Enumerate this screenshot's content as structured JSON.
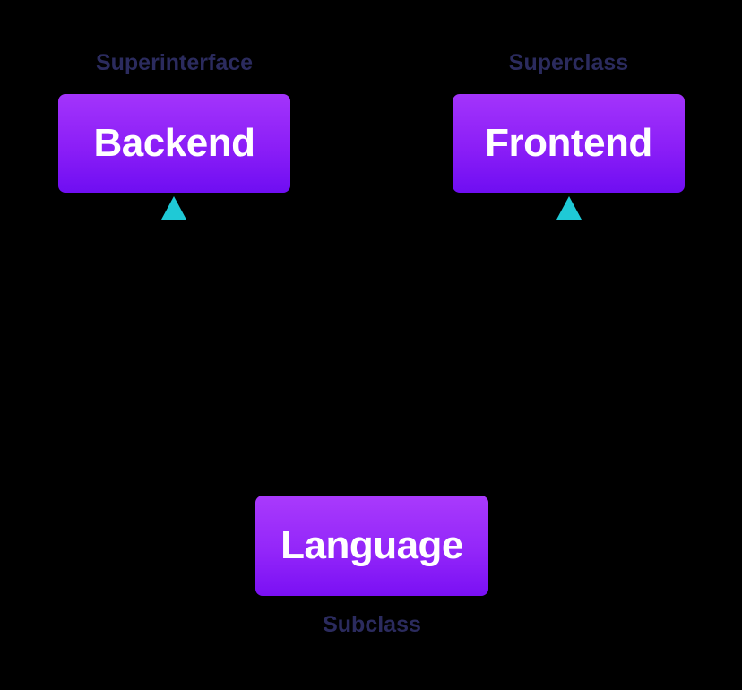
{
  "diagram": {
    "title": "Java inheritance relationship diagram",
    "background_color": "#000000",
    "nodes": [
      {
        "id": "backend",
        "label": "Backend",
        "caption": "Superinterface",
        "caption_position": "above",
        "fill_top": "#a334fb",
        "fill_bottom": "#6f0ef2",
        "text_color": "#ffffff"
      },
      {
        "id": "frontend",
        "label": "Frontend",
        "caption": "Superclass",
        "caption_position": "above",
        "fill_top": "#a334fb",
        "fill_bottom": "#6f0ef2",
        "text_color": "#ffffff"
      },
      {
        "id": "language",
        "label": "Language",
        "caption": "Subclass",
        "caption_position": "below",
        "fill_top": "#a93afc",
        "fill_bottom": "#7a10f4",
        "text_color": "#ffffff"
      }
    ],
    "caption_color": "#2b2b5e",
    "connectors": {
      "color": "#12c9d2",
      "stroke_width": 7,
      "arrowhead": "triangle",
      "edges": [
        {
          "from": "language",
          "to": "backend",
          "style": "elbow-up-left"
        },
        {
          "from": "language",
          "to": "frontend",
          "style": "elbow-up-right"
        }
      ]
    }
  }
}
